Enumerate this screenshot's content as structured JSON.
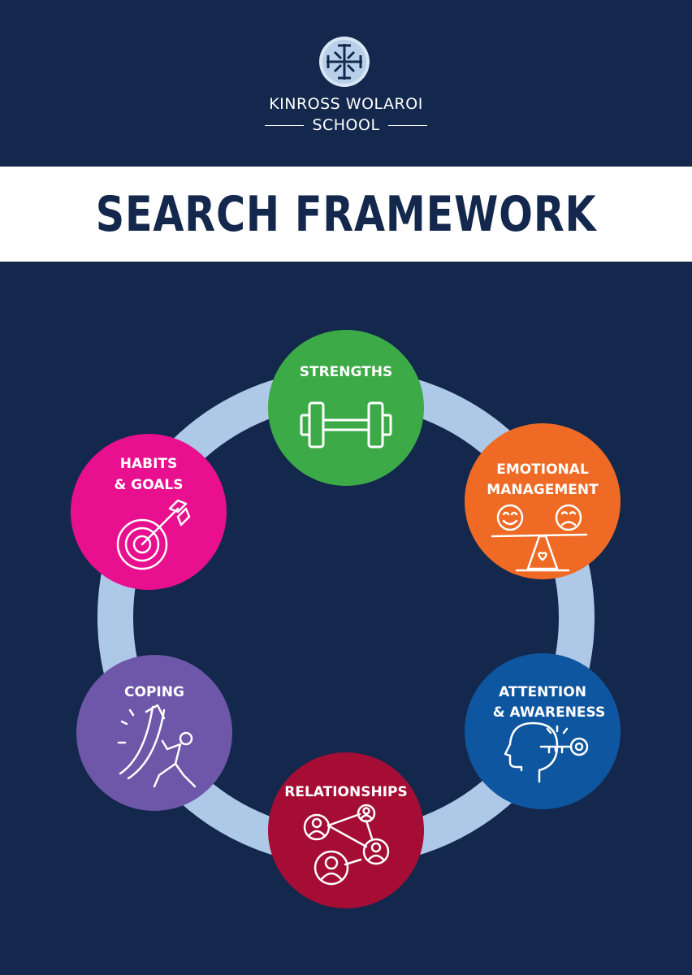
{
  "school": {
    "line1": "KINROSS WOLAROI",
    "line2": "SCHOOL"
  },
  "title": "SEARCH FRAMEWORK",
  "colors": {
    "background": "#13284c",
    "ring": "#aec8e8",
    "strengths": "#3daa48",
    "emotional": "#ee6a25",
    "attention": "#0e56a0",
    "relationships": "#a50d34",
    "coping": "#6e56a8",
    "habits": "#e8108f"
  },
  "nodes": {
    "strengths": {
      "label1": "STRENGTHS",
      "icon": "dumbbell-icon"
    },
    "emotional": {
      "label1": "EMOTIONAL",
      "label2": "MANAGEMENT",
      "icon": "balance-scale-emotions-icon"
    },
    "attention": {
      "label1": "ATTENTION",
      "label2": "& AWARENESS",
      "icon": "head-key-icon"
    },
    "relationships": {
      "label1": "RELATIONSHIPS",
      "icon": "network-people-icon"
    },
    "coping": {
      "label1": "COPING",
      "icon": "person-pushing-arrow-icon"
    },
    "habits": {
      "label1": "HABITS",
      "label2": "& GOALS",
      "icon": "target-arrow-icon"
    }
  }
}
